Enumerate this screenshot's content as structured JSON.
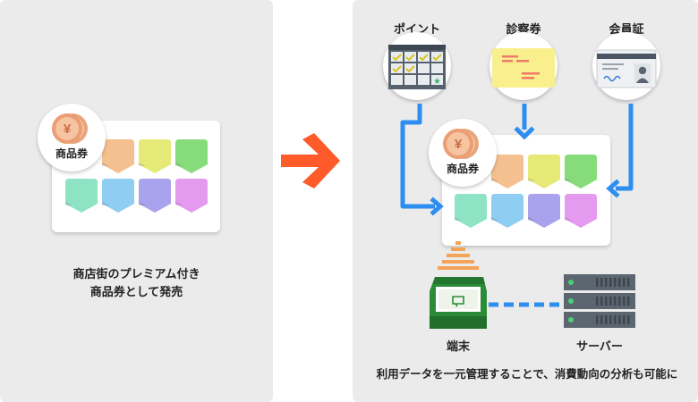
{
  "left": {
    "coin_label": "商品券",
    "caption_line1": "商店街のプレミアム付き",
    "caption_line2": "商品券として発売"
  },
  "right": {
    "icons": [
      {
        "label": "ポイント",
        "icon": "point-card-icon"
      },
      {
        "label": "診察券",
        "icon": "medical-card-icon"
      },
      {
        "label": "会員証",
        "icon": "membership-card-icon"
      }
    ],
    "coin_label": "商品券",
    "terminal_label": "端末",
    "server_label": "サーバー",
    "footer": "利用データを一元管理することで、消費動向の分析も可能に"
  },
  "colors": {
    "tab_colors": [
      "#f5c08f",
      "#e5ea76",
      "#86dc7a",
      "#8fe3c5",
      "#8fcdf2",
      "#a9a2ec",
      "#e49aee"
    ],
    "arrow_orange": "#ff5a2a",
    "flow_blue": "#2d8ef0",
    "terminal_green": "#2b8c38",
    "server_gray": "#5c6670"
  }
}
